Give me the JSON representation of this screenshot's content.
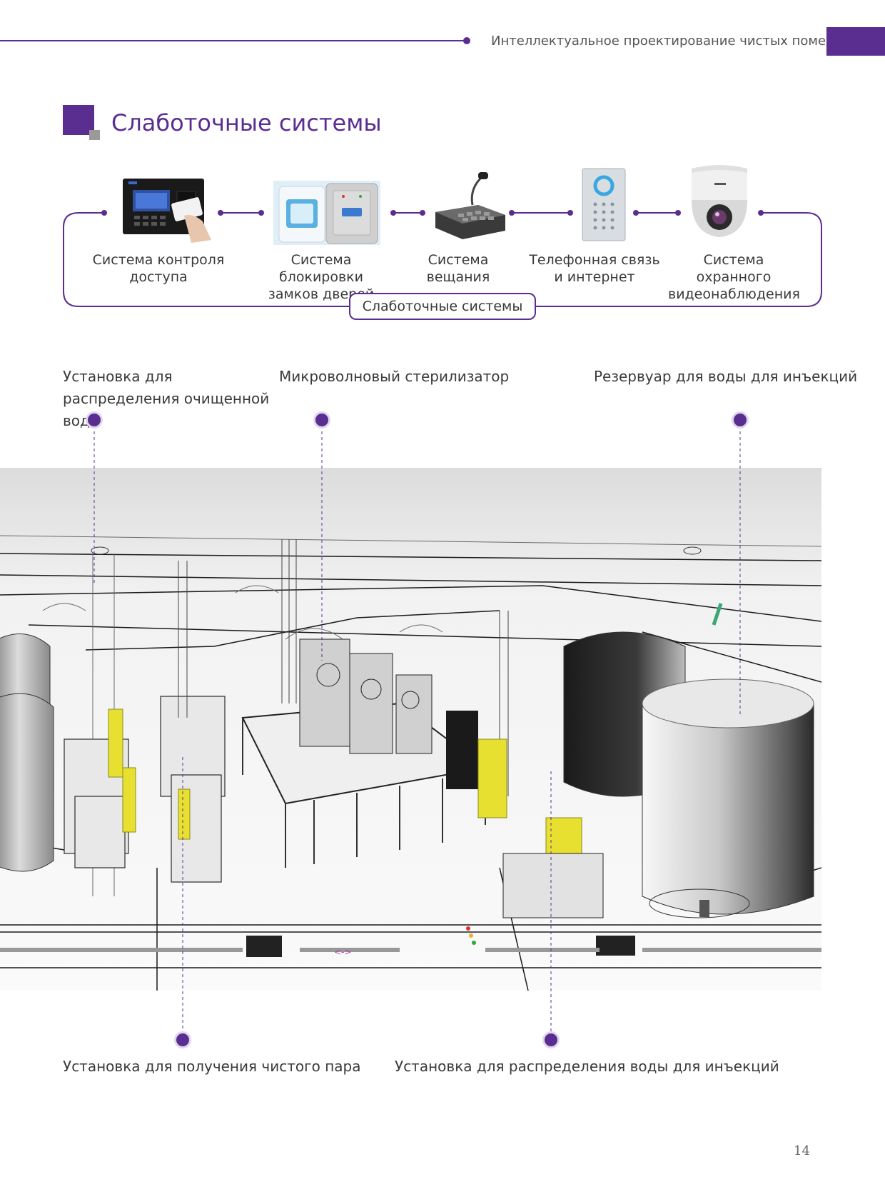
{
  "header": {
    "title": "Интеллектуальное проектирование чистых помещений"
  },
  "section": {
    "title": "Слаботочные системы"
  },
  "systems": {
    "items": [
      {
        "label": "Система контроля доступа",
        "icon": "access-control-terminal"
      },
      {
        "label": "Система блокировки замков дверей",
        "icon": "door-lock-panel"
      },
      {
        "label": "Система вещания",
        "icon": "paging-microphone"
      },
      {
        "label": "Телефонная связь и интернет",
        "icon": "wall-telephone-panel"
      },
      {
        "label": "Система охранного видеонаблюдения",
        "icon": "dome-camera"
      }
    ],
    "group_label": "Слаботочные системы"
  },
  "plant": {
    "top_labels": [
      "Установка для распределения очищенной воды",
      "Микроволновый стерилизатор",
      "Резервуар для воды для инъекций"
    ],
    "bottom_labels": [
      "Установка для получения чистого пара",
      "Установка для распределения воды для инъекций"
    ]
  },
  "page": {
    "number": "14"
  },
  "colors": {
    "accent": "#5a2d91",
    "equipment_yellow": "#e8e030",
    "text": "#3a3a3a"
  }
}
